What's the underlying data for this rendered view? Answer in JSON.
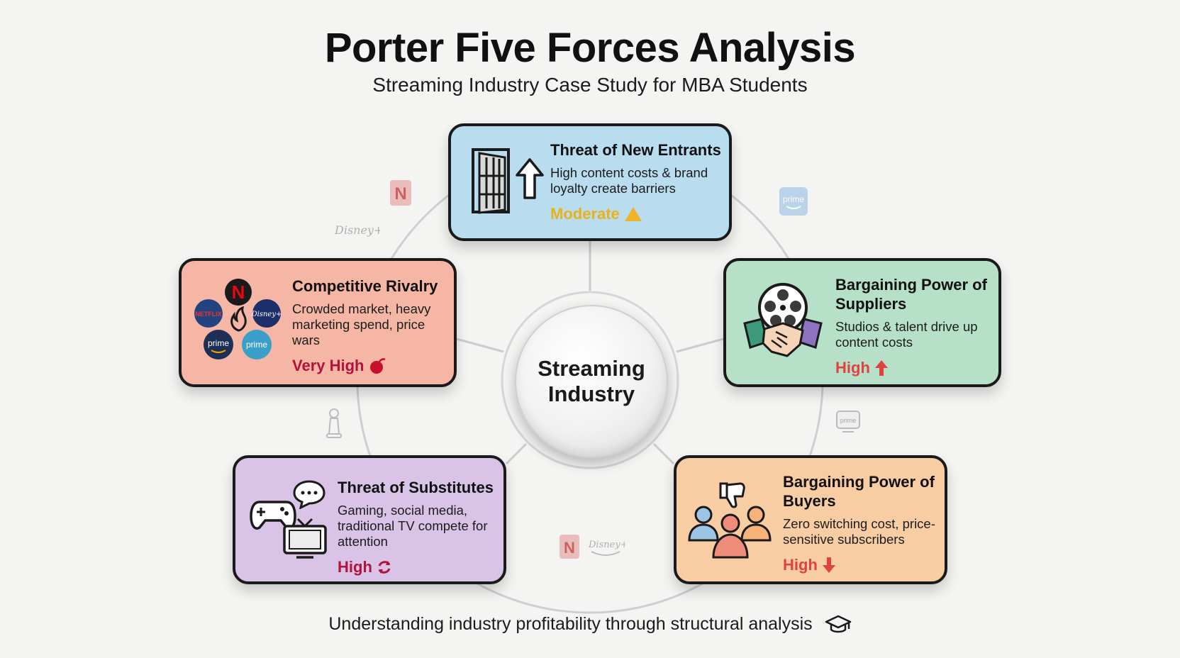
{
  "header": {
    "title": "Porter Five Forces Analysis",
    "subtitle": "Streaming Industry Case Study for MBA Students"
  },
  "center": {
    "label": "Streaming Industry"
  },
  "forces": {
    "new_entrants": {
      "title": "Threat of New Entrants",
      "description": "High content costs & brand loyalty create barriers",
      "level": "Moderate",
      "color": "#b9dcef",
      "level_color": "#e8b21c",
      "icons": [
        "door-icon",
        "arrow-up-icon"
      ],
      "level_icon": "warning-triangle-icon"
    },
    "rivalry": {
      "title": "Competitive Rivalry",
      "description": "Crowded market, heavy marketing spend, price wars",
      "level": "Very High",
      "color": "#f5b6a6",
      "level_color": "#b3123c",
      "icons": [
        "netflix-logo",
        "disney-plus-logo",
        "prime-logo",
        "fire-icon"
      ],
      "level_icon": "bomb-icon"
    },
    "suppliers": {
      "title": "Bargaining Power of Suppliers",
      "description": "Studios & talent drive up content costs",
      "level": "High",
      "color": "#b6e0c8",
      "level_color": "#e0433b",
      "icons": [
        "film-reel-icon",
        "handshake-icon"
      ],
      "level_icon": "arrow-up-icon"
    },
    "substitutes": {
      "title": "Threat of Substitutes",
      "description": "Gaming, social media, traditional TV compete for attention",
      "level": "High",
      "color": "#d9c3e6",
      "level_color": "#b3123c",
      "icons": [
        "gamepad-icon",
        "chat-bubble-icon",
        "tv-icon"
      ],
      "level_icon": "refresh-icon"
    },
    "buyers": {
      "title": "Bargaining Power of Buyers",
      "description": "Zero switching cost, price-sensitive subscribers",
      "level": "High",
      "color": "#f9cda3",
      "level_color": "#e0433b",
      "icons": [
        "thumbs-down-icon",
        "people-group-icon"
      ],
      "level_icon": "arrow-down-icon"
    }
  },
  "decor": {
    "netflix": "N",
    "prime": "prime",
    "disney": "Disney+",
    "netflix_word": "NETFLIX"
  },
  "footer": {
    "text": "Understanding industry profitability through structural analysis"
  }
}
